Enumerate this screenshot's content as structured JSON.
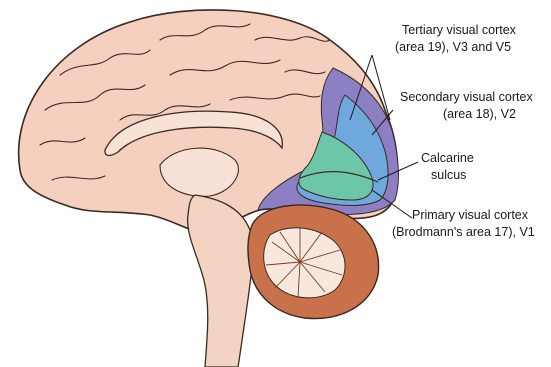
{
  "labels": {
    "tertiary": {
      "line1": "Tertiary visual cortex",
      "line2": "(area 19), V3 and V5"
    },
    "secondary": {
      "line1": "Secondary visual cortex",
      "line2": "(area 18), V2"
    },
    "calcarine": {
      "line1": "Calcarine",
      "line2": "sulcus"
    },
    "primary": {
      "line1": "Primary visual cortex",
      "line2": "(Brodmann's area 17), V1"
    }
  },
  "colors": {
    "cortex": "#f6d0bf",
    "cortex_outline": "#3a2a22",
    "tertiary_area": "#8d7fc4",
    "secondary_area": "#6fa8dc",
    "primary_area": "#6ec6a8",
    "cerebellum": "#c8714a",
    "brainstem": "#f3d4c2"
  }
}
